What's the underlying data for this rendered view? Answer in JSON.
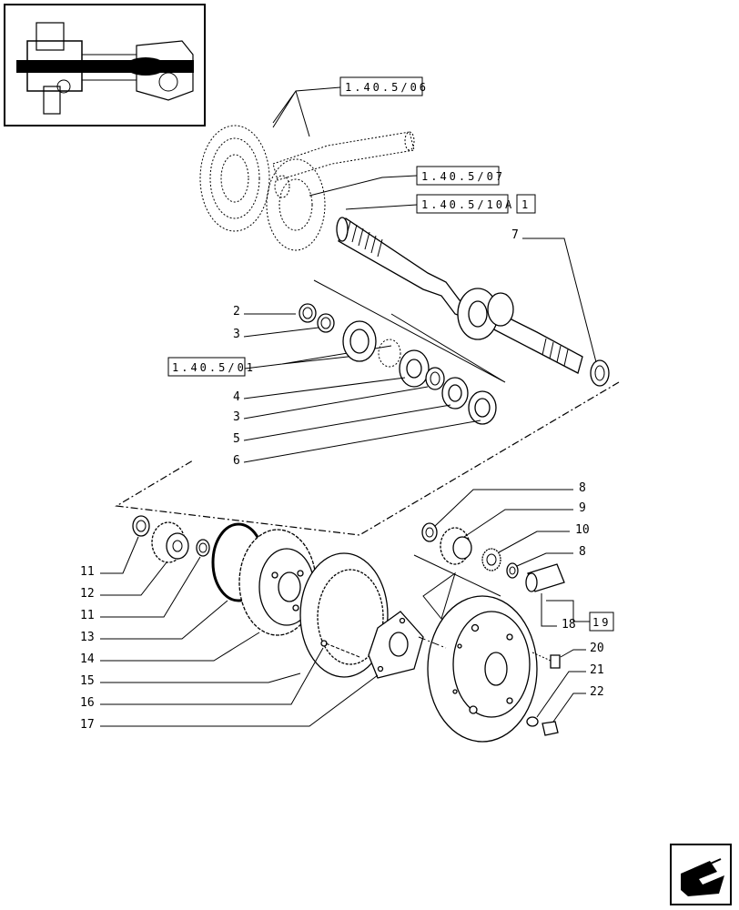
{
  "references": {
    "ref_1": "1.40.5/06",
    "ref_2": "1.40.5/07",
    "ref_3": "1.40.5/10A",
    "ref_3_badge": "1",
    "ref_4": "1.40.5/01",
    "ref_5_badge": "19"
  },
  "callouts": {
    "c2": "2",
    "c3a": "3",
    "c4": "4",
    "c3b": "3",
    "c5": "5",
    "c6": "6",
    "c7": "7",
    "c8a": "8",
    "c9": "9",
    "c10": "10",
    "c8b": "8",
    "c18": "18",
    "c20": "20",
    "c21": "21",
    "c22": "22",
    "c11a": "11",
    "c12": "12",
    "c11b": "11",
    "c13": "13",
    "c14": "14",
    "c15": "15",
    "c16": "16",
    "c17": "17"
  },
  "icons": {
    "thumbnail": "axle-assembly-thumbnail",
    "nav": "return-arrow-icon"
  }
}
